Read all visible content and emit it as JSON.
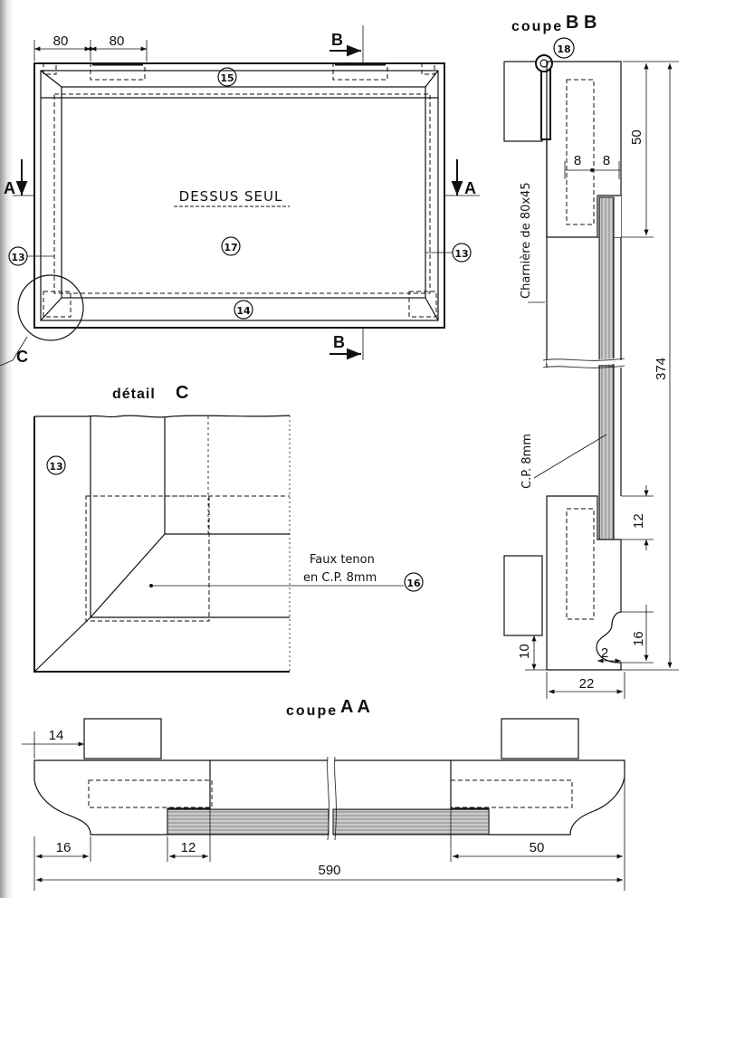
{
  "plan_view": {
    "dim_top_1": "80",
    "dim_top_2": "80",
    "section_b_top": "B",
    "section_b_bottom": "B",
    "section_a_left": "A",
    "section_a_right": "A",
    "section_c": "C",
    "title": "DESSUS SEUL",
    "part_15": "15",
    "part_17": "17",
    "part_14": "14",
    "part_13_left": "13",
    "part_13_right": "13"
  },
  "detail_c": {
    "title_word": "détail",
    "title_letter": "C",
    "part_13": "13",
    "note_line1": "Faux tenon",
    "note_line2": "en C.P. 8mm",
    "part_16": "16"
  },
  "section_bb": {
    "title_word": "coupe",
    "title_letters": "B B",
    "part_18": "18",
    "hinge_label": "Charnière de 80x45",
    "ply_label": "C.P. 8mm",
    "dim_50": "50",
    "dim_8a": "8",
    "dim_8b": "8",
    "dim_374": "374",
    "dim_12": "12",
    "dim_16": "16",
    "dim_2": "2",
    "dim_10": "10",
    "dim_22": "22"
  },
  "section_aa": {
    "title_word": "coupe",
    "title_letters": "A A",
    "dim_14": "14",
    "dim_16": "16",
    "dim_12": "12",
    "dim_50": "50",
    "dim_590": "590"
  }
}
